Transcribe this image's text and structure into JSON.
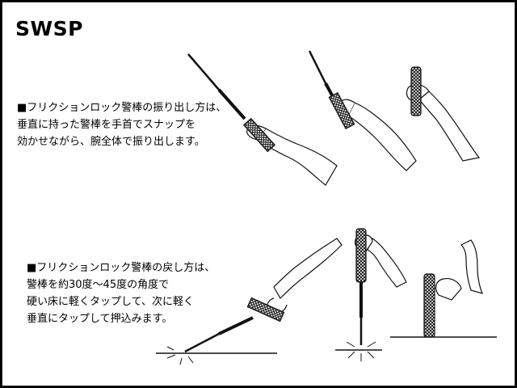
{
  "brand": "SWSP",
  "sections": [
    {
      "lines": [
        "■フリクションロック警棒の振り出し方は、",
        "垂直に持った警棒を手首でスナップを",
        "効かせながら、腕全体で振り出します。"
      ]
    },
    {
      "lines": [
        "■フリクションロック警棒の戻し方は、",
        "警棒を約30度～45度の角度で",
        "硬い床に軽くタップして、次に軽く",
        "垂直にタップして押込みます。"
      ]
    }
  ],
  "illustrations": [
    {
      "icon": "baton-swing-out-sequence-icon"
    },
    {
      "icon": "baton-tap-return-sequence-icon"
    }
  ]
}
